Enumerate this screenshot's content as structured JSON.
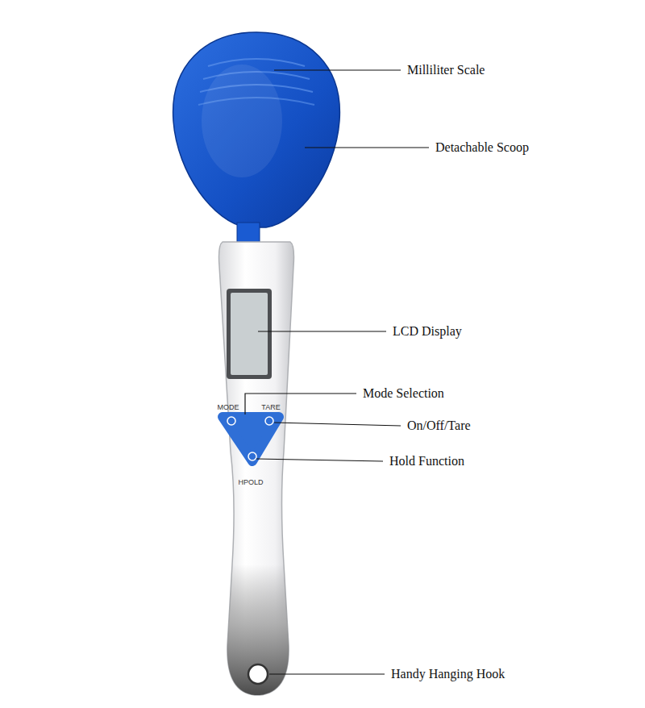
{
  "diagram": {
    "labels": [
      "Milliliter Scale",
      "Detachable Scoop",
      "LCD Display",
      "Mode Selection",
      "On/Off/Tare",
      "Hold Function",
      "Handy Hanging Hook",
      "MODE",
      "TARE",
      "HPOLD"
    ]
  }
}
